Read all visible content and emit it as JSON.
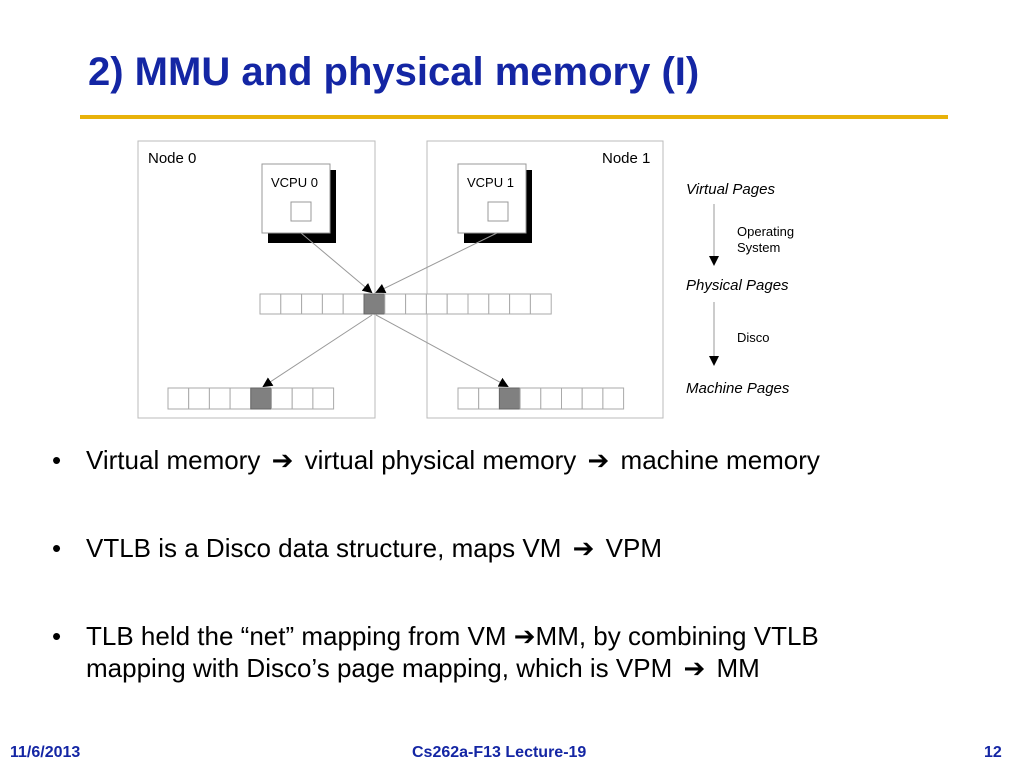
{
  "slide": {
    "title": "2) MMU and physical memory (I)"
  },
  "diagram": {
    "node0_label": "Node 0",
    "node1_label": "Node 1",
    "vcpu0_label": "VCPU 0",
    "vcpu1_label": "VCPU 1",
    "legend": {
      "virtual_pages": "Virtual Pages",
      "operating_system_line1": "Operating",
      "operating_system_line2": "System",
      "physical_pages": "Physical Pages",
      "disco": "Disco",
      "machine_pages": "Machine Pages"
    }
  },
  "bullets": [
    {
      "dot": "•",
      "parts": [
        "Virtual memory",
        "virtual physical memory",
        "machine memory"
      ],
      "arrow": "➔"
    },
    {
      "dot": "•",
      "parts": [
        "VTLB is a Disco data structure, maps VM",
        "VPM"
      ],
      "arrow": "➔"
    },
    {
      "dot": "•",
      "line1_a": "TLB held the “net” mapping from VM ",
      "line1_b": "MM, by combining VTLB",
      "line2_a": "mapping with Disco’s page mapping, which is VPM",
      "line2_b": "MM",
      "arrow": "➔"
    }
  ],
  "footer": {
    "date": "11/6/2013",
    "course": "Cs262a-F13 Lecture-19",
    "page": "12"
  },
  "colors": {
    "title": "#1426a4",
    "rule": "#e8b20a",
    "highlight_cell": "#808080"
  }
}
